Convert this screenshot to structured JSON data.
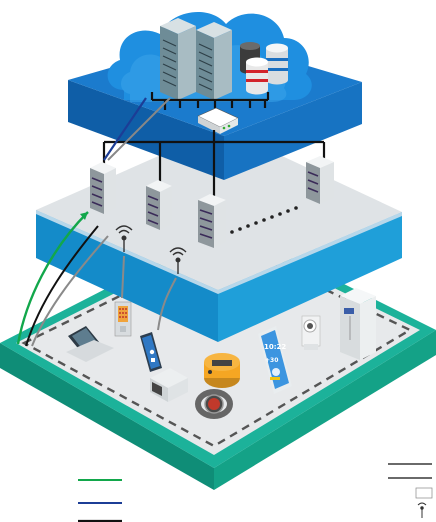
{
  "layers": [
    {
      "id": "cloud",
      "name": "cloud-layer"
    },
    {
      "id": "fog",
      "name": "fog-layer"
    },
    {
      "id": "edge",
      "name": "edge-layer"
    }
  ],
  "cloud": {
    "server_racks": 2,
    "databases": 3,
    "colors": {
      "slab_top": "#1a77c4",
      "slab_side": "#0e5ea6",
      "cloud": "#1f8fe0"
    }
  },
  "fog": {
    "nodes": 5,
    "colors": {
      "slab_top": "#27a3dd",
      "slab_side": "#1683c0"
    }
  },
  "edge": {
    "devices": [
      "laptop-icon",
      "smart-lock-icon",
      "smartphone-icon",
      "microwave-icon",
      "robot-vacuum-icon",
      "smartwatch-icon",
      "tablet-icon",
      "security-camera-icon",
      "refrigerator-icon"
    ],
    "phone_display": {
      "time": "10:22",
      "temperature": "+30"
    },
    "colors": {
      "slab_top": "#e6e8ea",
      "slab_side": "#19a287"
    }
  },
  "link_colors": {
    "green": "#12a74b",
    "blue": "#1c3d96",
    "black": "#222222",
    "gray": "#8a8a8a"
  },
  "legend": {
    "left": [
      "green-line-swatch",
      "blue-line-swatch",
      "black-line-swatch"
    ],
    "right": [
      "double-line-swatch",
      "gateway-device-icon",
      "antenna-icon"
    ]
  }
}
